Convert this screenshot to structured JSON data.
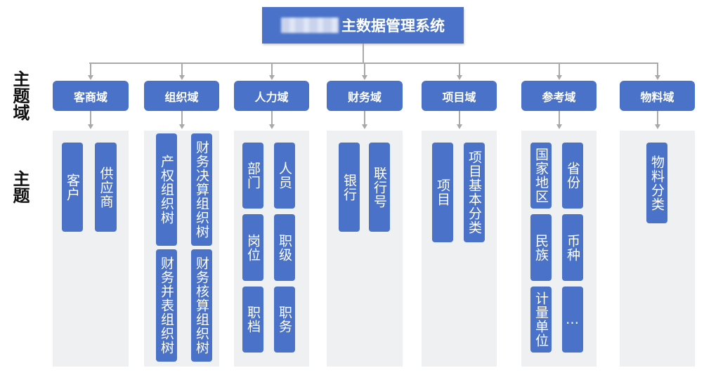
{
  "title": "主数据管理系统",
  "side_labels": {
    "domain": "主题域",
    "topic": "主题"
  },
  "domains": [
    {
      "name": "客商域",
      "topics": [
        "客户",
        "供应商"
      ]
    },
    {
      "name": "组织域",
      "topics": [
        "产权组织树",
        "财务决算组织树",
        "财务并表组织树",
        "财务核算组织树"
      ]
    },
    {
      "name": "人力域",
      "topics": [
        "部门",
        "人员",
        "岗位",
        "职级",
        "职档",
        "职务"
      ]
    },
    {
      "name": "财务域",
      "topics": [
        "银行",
        "联行号"
      ]
    },
    {
      "name": "项目域",
      "topics": [
        "项目",
        "项目基本分类"
      ]
    },
    {
      "name": "参考域",
      "topics": [
        "国家地区",
        "省份",
        "民族",
        "币种",
        "计量单位",
        "…"
      ]
    },
    {
      "name": "物料域",
      "topics": [
        "物料分类"
      ]
    }
  ],
  "colors": {
    "box": "#4a72c8",
    "panel": "#eef0f2",
    "line": "#a9a9a9"
  }
}
